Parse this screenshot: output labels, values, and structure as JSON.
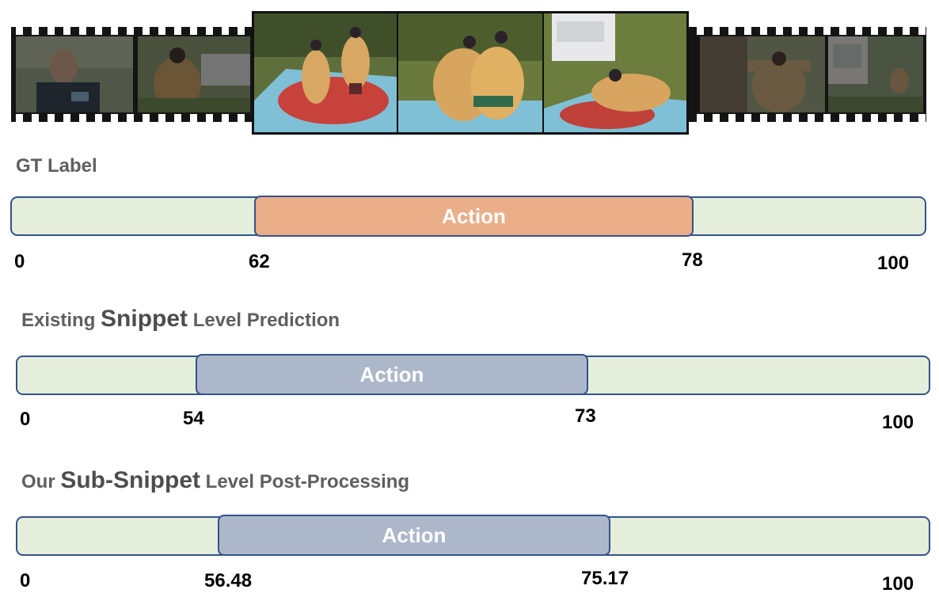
{
  "colors": {
    "gt_segment": "#eaae88",
    "pred_segment": "#acb8ca",
    "track_fill": "#e4eedb",
    "track_border": "#35528a"
  },
  "film_strip": {
    "frames": [
      "person-close-up",
      "person-in-sumo-suit",
      "sumo-wrestlers-standing",
      "sumo-wrestlers-grappling",
      "sumo-wrestlers-on-ground",
      "sumo-suit-arms-raised",
      "garden-scene"
    ]
  },
  "gt": {
    "title": "GT Label",
    "segment_label": "Action",
    "start": 62,
    "end": 78,
    "ticks": [
      "0",
      "62",
      "78",
      "100"
    ]
  },
  "existing": {
    "title_pre": "Existing ",
    "title_big": "Snippet",
    "title_post": " Level Prediction",
    "segment_label": "Action",
    "start": 54,
    "end": 73,
    "ticks": [
      "0",
      "54",
      "73",
      "100"
    ]
  },
  "ours": {
    "title_pre": "Our ",
    "title_big": "Sub-Snippet",
    "title_post": " Level Post-Processing",
    "segment_label": "Action",
    "start": 56.48,
    "end": 75.17,
    "ticks": [
      "0",
      "56.48",
      "75.17",
      "100"
    ]
  }
}
